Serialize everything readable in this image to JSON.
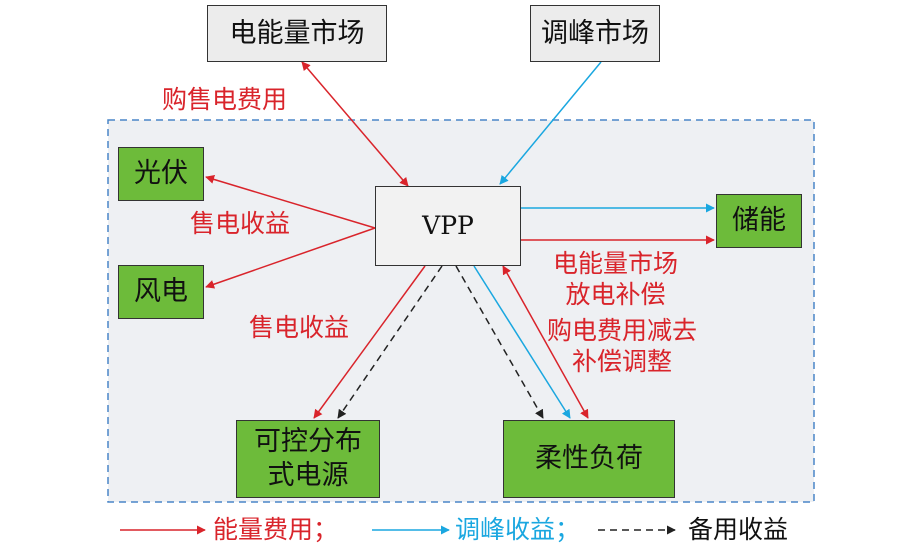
{
  "nodes": {
    "energy_market": "电能量市场",
    "peak_market": "调峰市场",
    "vpp": "VPP",
    "pv": "光伏",
    "wind": "风电",
    "storage": "储能",
    "dg_line1": "可控分布",
    "dg_line2": "式电源",
    "flex_load": "柔性负荷"
  },
  "labels": {
    "purchase_cost": "购售电费用",
    "sell_revenue_top": "售电收益",
    "sell_revenue_bottom": "售电收益",
    "storage_comp_line1": "电能量市场",
    "storage_comp_line2": "放电补偿",
    "load_adjust_line1": "购电费用减去",
    "load_adjust_line2": "补偿调整"
  },
  "legend": {
    "energy": "能量费用；",
    "peak": "调峰收益；",
    "reserve": "备用收益"
  },
  "colors": {
    "energy": "#d9242b",
    "peak": "#1aa7e0",
    "reserve": "#222222",
    "node_fill_green": "#6dbb3a",
    "node_fill_market": "#ececec",
    "boundary_fill": "#eef0f3",
    "boundary_stroke": "#4a86c8"
  }
}
